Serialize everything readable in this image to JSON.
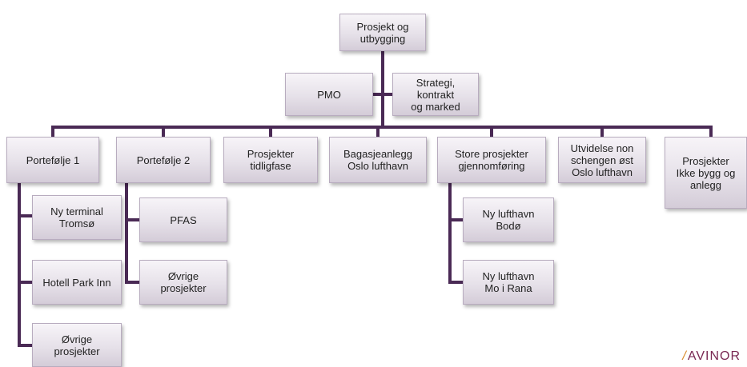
{
  "top": "Prosjekt og\nutbygging",
  "staff": [
    "PMO",
    "Strategi, kontrakt\nog marked"
  ],
  "units": [
    {
      "label": "Portefølje 1",
      "children": [
        "Ny terminal\nTromsø",
        "Hotell Park Inn",
        "Øvrige\nprosjekter"
      ]
    },
    {
      "label": "Portefølje 2",
      "children": [
        "PFAS",
        "Øvrige\nprosjekter"
      ]
    },
    {
      "label": "Prosjekter\ntidligfase",
      "children": []
    },
    {
      "label": "Bagasjeanlegg\nOslo lufthavn",
      "children": []
    },
    {
      "label": "Store prosjekter\ngjennomføring",
      "children": [
        "Ny lufthavn\nBodø",
        "Ny lufthavn\nMo i Rana"
      ]
    },
    {
      "label": "Utvidelse non\nschengen øst\nOslo lufthavn",
      "children": []
    },
    {
      "label": "Prosjekter\nIkke bygg og\nanlegg",
      "children": []
    }
  ],
  "logo": "AVINOR",
  "colors": {
    "connector": "#4a2a55",
    "box_top": "#f7f4f8",
    "box_bottom": "#d4ccd8",
    "logo": "#7a2a54"
  }
}
